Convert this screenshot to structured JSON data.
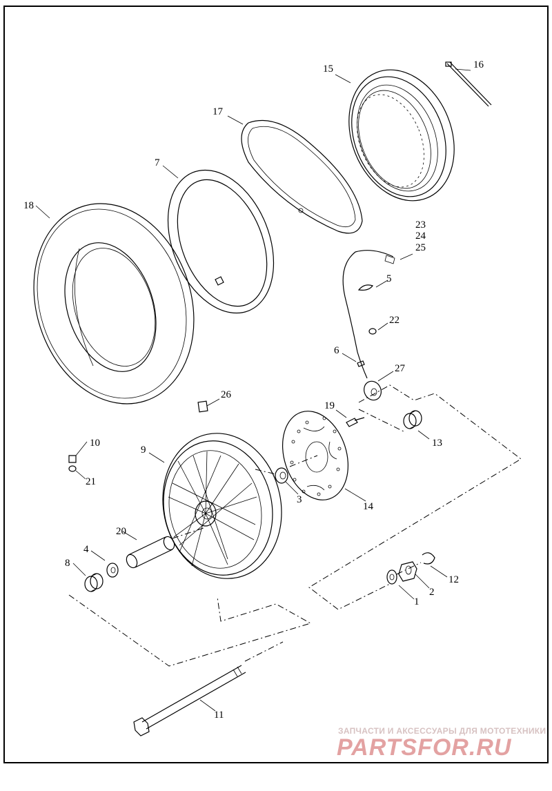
{
  "callouts": [
    {
      "id": "c1",
      "text": "1"
    },
    {
      "id": "c2",
      "text": "2"
    },
    {
      "id": "c3",
      "text": "3"
    },
    {
      "id": "c4",
      "text": "4"
    },
    {
      "id": "c5",
      "text": "5"
    },
    {
      "id": "c6",
      "text": "6"
    },
    {
      "id": "c7",
      "text": "7"
    },
    {
      "id": "c8",
      "text": "8"
    },
    {
      "id": "c9",
      "text": "9"
    },
    {
      "id": "c10",
      "text": "10"
    },
    {
      "id": "c11",
      "text": "11"
    },
    {
      "id": "c12",
      "text": "12"
    },
    {
      "id": "c13",
      "text": "13"
    },
    {
      "id": "c14",
      "text": "14"
    },
    {
      "id": "c15",
      "text": "15"
    },
    {
      "id": "c16",
      "text": "16"
    },
    {
      "id": "c17",
      "text": "17"
    },
    {
      "id": "c18",
      "text": "18"
    },
    {
      "id": "c19",
      "text": "19"
    },
    {
      "id": "c20",
      "text": "20"
    },
    {
      "id": "c21",
      "text": "21"
    },
    {
      "id": "c22",
      "text": "22"
    },
    {
      "id": "c23",
      "text": "23"
    },
    {
      "id": "c24",
      "text": "24"
    },
    {
      "id": "c25",
      "text": "25"
    },
    {
      "id": "c26",
      "text": "26"
    },
    {
      "id": "c27",
      "text": "27"
    }
  ],
  "watermark": {
    "tagline": "ЗАПЧАСТИ И АКСЕССУАРЫ ДЛЯ МОТОТЕХНИКИ",
    "logo": "PARTSFOR.RU"
  },
  "colors": {
    "line": "#000000",
    "watermark_text": "#d7c2c2",
    "watermark_logo": "#e3a2a2"
  }
}
